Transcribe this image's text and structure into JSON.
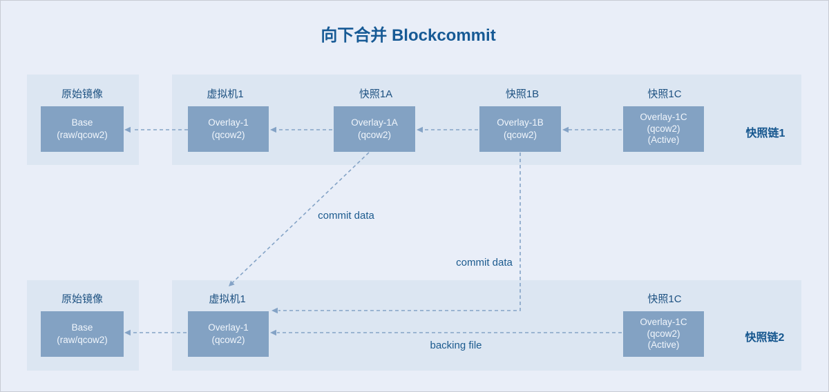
{
  "title": "向下合并 Blockcommit",
  "top": {
    "origin": {
      "label": "原始镜像",
      "box": {
        "line1": "Base",
        "line2": "(raw/qcow2)"
      }
    },
    "vm1": {
      "label": "虚拟机1",
      "box": {
        "line1": "Overlay-1",
        "line2": "(qcow2)"
      }
    },
    "snap1a": {
      "label": "快照1A",
      "box": {
        "line1": "Overlay-1A",
        "line2": "(qcow2)"
      }
    },
    "snap1b": {
      "label": "快照1B",
      "box": {
        "line1": "Overlay-1B",
        "line2": "(qcow2)"
      }
    },
    "snap1c": {
      "label": "快照1C",
      "box": {
        "line1": "Overlay-1C",
        "line2": "(qcow2)",
        "line3": "(Active)"
      }
    },
    "chain_label": "快照链1"
  },
  "bottom": {
    "origin": {
      "label": "原始镜像",
      "box": {
        "line1": "Base",
        "line2": "(raw/qcow2)"
      }
    },
    "vm1": {
      "label": "虚拟机1",
      "box": {
        "line1": "Overlay-1",
        "line2": "(qcow2)"
      }
    },
    "snap1c": {
      "label": "快照1C",
      "box": {
        "line1": "Overlay-1C",
        "line2": "(qcow2)",
        "line3": "(Active)"
      }
    },
    "chain_label": "快照链2"
  },
  "annotations": {
    "commit_data_left": "commit data",
    "commit_data_right": "commit data",
    "backing_file": "backing file"
  },
  "colors": {
    "background": "#e9eef8",
    "panel": "#dce6f2",
    "box_fill": "#83a2c3",
    "box_text": "#f1f6fc",
    "title_text": "#175a95",
    "label_text": "#1d5181",
    "arrow": "#84a3c6"
  }
}
